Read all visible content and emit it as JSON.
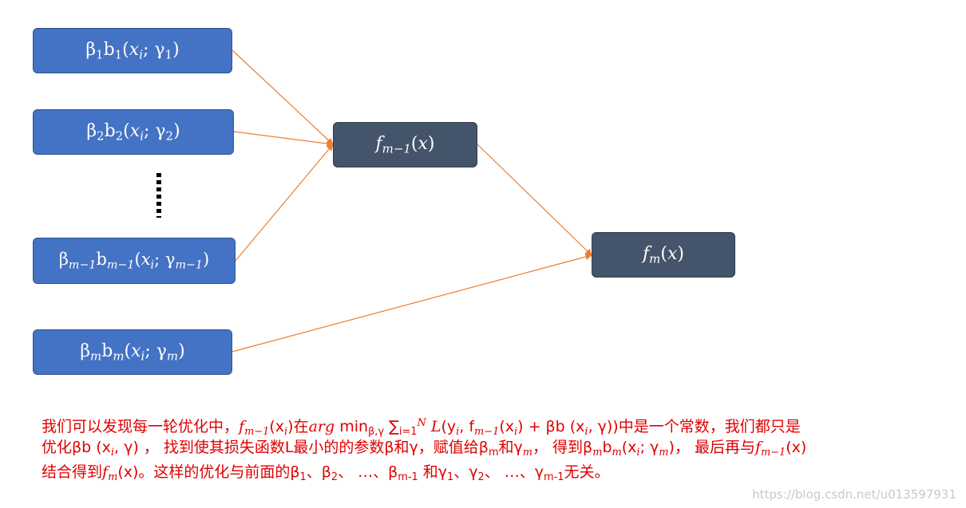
{
  "nodes": {
    "b1": {
      "beta": "β",
      "beta_sub": "1",
      "b": "b",
      "b_sub": "1",
      "x": "x",
      "x_sub": "i",
      "gamma": "γ",
      "gamma_sub": "1"
    },
    "b2": {
      "beta": "β",
      "beta_sub": "2",
      "b": "b",
      "b_sub": "2",
      "x": "x",
      "x_sub": "i",
      "gamma": "γ",
      "gamma_sub": "2"
    },
    "b3": {
      "beta": "β",
      "beta_sub": "m−1",
      "b": "b",
      "b_sub": "m−1",
      "x": "x",
      "x_sub": "i",
      "gamma": "γ",
      "gamma_sub": "m−1"
    },
    "b4": {
      "beta": "β",
      "beta_sub": "m",
      "b": "b",
      "b_sub": "m",
      "x": "x",
      "x_sub": "i",
      "gamma": "γ",
      "gamma_sub": "m"
    },
    "fm1": {
      "f": "f",
      "sub": "m−1",
      "arg": "x"
    },
    "fm": {
      "f": "f",
      "sub": "m",
      "arg": "x"
    }
  },
  "colors": {
    "node_blue": "#4472c4",
    "node_dark": "#44546a",
    "edge": "#ed7d31",
    "text_red": "#e00000"
  },
  "edges": [
    [
      "b1",
      "fm1"
    ],
    [
      "b2",
      "fm1"
    ],
    [
      "b3",
      "fm1"
    ],
    [
      "fm1",
      "fm"
    ],
    [
      "b4",
      "fm"
    ]
  ],
  "paragraph": {
    "l1_a": "我们可以发现每一轮优化中，",
    "l1_f": "f",
    "l1_fsub": "m−1",
    "l1_fx": "(x",
    "l1_fxsub": "i",
    "l1_fclose": ")",
    "l1_b": "在",
    "l1_arg": "arg",
    "l1_min": " min",
    "l1_minsub": "β,γ",
    "l1_sum": " ∑",
    "l1_sumsub": "i=1",
    "l1_sumsup": "N",
    "l1_L": " L",
    "l1_Lopen": "(y",
    "l1_ysub": "i",
    "l1_comma": ", f",
    "l1_f2sub": "m−1",
    "l1_x2": "(x",
    "l1_x2sub": "i",
    "l1_plus": ") + βb (x",
    "l1_x3sub": "i",
    "l1_gamma": ", γ))",
    "l1_c": "中是一个常数，我们都只是",
    "l2_a": "优化βb (x",
    "l2_xsub": "i",
    "l2_b": ", γ) ， 找到使其损失函数L最小的的参数β和γ，赋值给β",
    "l2_bsub": "m",
    "l2_c": "和γ",
    "l2_csub": "m",
    "l2_d": "， 得到β",
    "l2_dsub": "m",
    "l2_e": "b",
    "l2_esub": "m",
    "l2_f": "(x",
    "l2_fsub": "i",
    "l2_g": "; γ",
    "l2_gsub": "m",
    "l2_h": ")， 最后再与",
    "l2_ff": "f",
    "l2_ffsub": "m−1",
    "l2_fx": "(x)",
    "l3_a": "结合得到",
    "l3_f": "f",
    "l3_fsub": "m",
    "l3_fx": "(x)",
    "l3_b": "。这样的优化与前面的β",
    "l3_b1": "1",
    "l3_c": "、β",
    "l3_b2": "2",
    "l3_d": "、 …、β",
    "l3_bm": "m-1",
    "l3_e": " 和γ",
    "l3_g1": "1",
    "l3_f2": "、γ",
    "l3_g2": "2",
    "l3_g": "、 …、γ",
    "l3_gm": "m-1",
    "l3_h": "无关。"
  },
  "watermark": "https://blog.csdn.net/u013597931"
}
